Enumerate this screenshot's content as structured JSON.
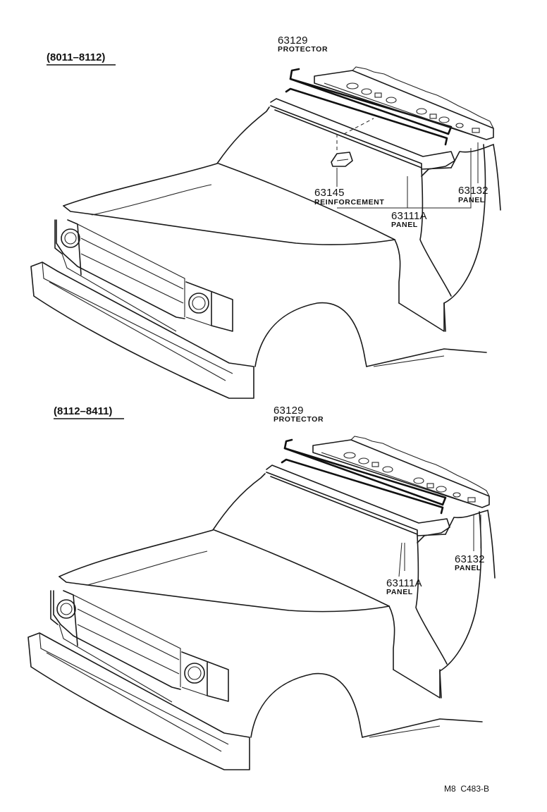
{
  "diagram": {
    "sections": [
      {
        "range": "(8011–8112)",
        "callouts": [
          {
            "number": "63129",
            "name": "PROTECTOR"
          },
          {
            "number": "63145",
            "name": "REINFORCEMENT"
          },
          {
            "number": "63111A",
            "name": "PANEL"
          },
          {
            "number": "63132",
            "name": "PANEL"
          }
        ]
      },
      {
        "range": "(8112–8411)",
        "callouts": [
          {
            "number": "63129",
            "name": "PROTECTOR"
          },
          {
            "number": "63111A",
            "name": "PANEL"
          },
          {
            "number": "63132",
            "name": "PANEL"
          }
        ]
      }
    ],
    "drawing_code": "M8  C483-B"
  }
}
